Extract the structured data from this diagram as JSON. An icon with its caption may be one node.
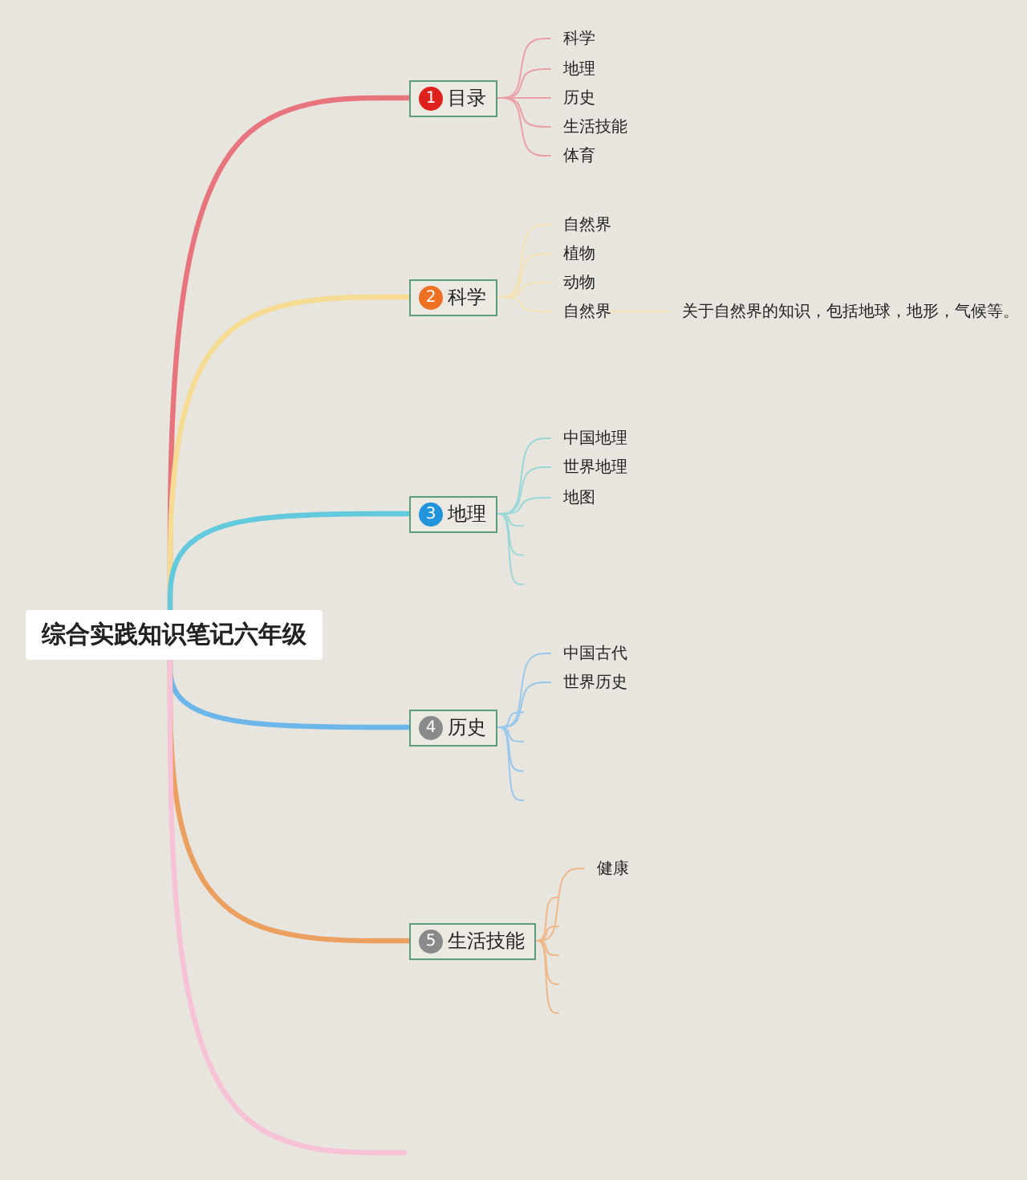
{
  "diagram": {
    "nodes": [
      {
        "text": [
          "综合实践知识笔记六年级"
        ]
      },
      {
        "text": [
          "1",
          "目录"
        ]
      },
      {
        "text": [
          "科学"
        ]
      },
      {
        "text": [
          "地理"
        ]
      },
      {
        "text": [
          "历史"
        ]
      },
      {
        "text": [
          "生活技能"
        ]
      },
      {
        "text": [
          "体育"
        ]
      },
      {
        "text": [
          "2",
          "科学"
        ]
      },
      {
        "text": [
          "自然界"
        ]
      },
      {
        "text": [
          "植物"
        ]
      },
      {
        "text": [
          "动物"
        ]
      },
      {
        "text": [
          "自然界"
        ]
      },
      {
        "text": [
          "关于自然界的知识，包括地球，地形，气候等。"
        ]
      },
      {
        "text": [
          "3",
          "地理"
        ]
      },
      {
        "text": [
          "中国地理"
        ]
      },
      {
        "text": [
          "世界地理"
        ]
      },
      {
        "text": [
          "地图"
        ]
      },
      {
        "text": [
          "4",
          "历史"
        ]
      },
      {
        "text": [
          "中国古代"
        ]
      },
      {
        "text": [
          "世界历史"
        ]
      },
      {
        "text": [
          "5",
          "生活技能"
        ]
      },
      {
        "text": [
          "健康"
        ]
      }
    ],
    "edges": [
      {
        "from": 0,
        "to": 1,
        "arrow": "none",
        "style": "thick",
        "color": "#e8747e"
      },
      {
        "from": 0,
        "to": 7,
        "arrow": "none",
        "style": "thick",
        "color": "#f6dc92"
      },
      {
        "from": 0,
        "to": 13,
        "arrow": "none",
        "style": "thick",
        "color": "#62cadc"
      },
      {
        "from": 0,
        "to": 17,
        "arrow": "none",
        "style": "thick",
        "color": "#6cb6ea"
      },
      {
        "from": 0,
        "to": 20,
        "arrow": "none",
        "style": "thick",
        "color": "#eca060"
      },
      {
        "from": 0,
        "to": null,
        "arrow": "none",
        "style": "thick",
        "color": "#f7c2d6"
      },
      {
        "from": 1,
        "to": 2,
        "arrow": "none",
        "color": "#eba0a8"
      },
      {
        "from": 1,
        "to": 3,
        "arrow": "none",
        "color": "#eba0a8"
      },
      {
        "from": 1,
        "to": 4,
        "arrow": "none",
        "color": "#eba0a8"
      },
      {
        "from": 1,
        "to": 5,
        "arrow": "none",
        "color": "#eba0a8"
      },
      {
        "from": 1,
        "to": 6,
        "arrow": "none",
        "color": "#eba0a8"
      },
      {
        "from": 7,
        "to": 8,
        "arrow": "none",
        "color": "#f5e2b0"
      },
      {
        "from": 7,
        "to": 9,
        "arrow": "none",
        "color": "#f5e2b0"
      },
      {
        "from": 7,
        "to": 10,
        "arrow": "none",
        "color": "#f5e2b0"
      },
      {
        "from": 7,
        "to": 11,
        "arrow": "none",
        "color": "#f5e2b0"
      },
      {
        "from": 11,
        "to": 12,
        "arrow": "none",
        "color": "#f5e2b0"
      },
      {
        "from": 13,
        "to": 14,
        "arrow": "none",
        "color": "#9ad8d8"
      },
      {
        "from": 13,
        "to": 15,
        "arrow": "none",
        "color": "#9ad8d8"
      },
      {
        "from": 13,
        "to": 16,
        "arrow": "none",
        "color": "#9ad8d8"
      },
      {
        "from": 13,
        "to": null,
        "arrow": "none",
        "color": "#9ad8d8"
      },
      {
        "from": 13,
        "to": null,
        "arrow": "none",
        "color": "#9ad8d8"
      },
      {
        "from": 13,
        "to": null,
        "arrow": "none",
        "color": "#9ad8d8"
      },
      {
        "from": 17,
        "to": 18,
        "arrow": "none",
        "color": "#98c8ec"
      },
      {
        "from": 17,
        "to": 19,
        "arrow": "none",
        "color": "#98c8ec"
      },
      {
        "from": 17,
        "to": null,
        "arrow": "none",
        "color": "#98c8ec"
      },
      {
        "from": 17,
        "to": null,
        "arrow": "none",
        "color": "#98c8ec"
      },
      {
        "from": 17,
        "to": null,
        "arrow": "none",
        "color": "#98c8ec"
      },
      {
        "from": 17,
        "to": null,
        "arrow": "none",
        "color": "#98c8ec"
      },
      {
        "from": 20,
        "to": 21,
        "arrow": "none",
        "color": "#f0b888"
      },
      {
        "from": 20,
        "to": null,
        "arrow": "none",
        "color": "#f0b888"
      },
      {
        "from": 20,
        "to": null,
        "arrow": "none",
        "color": "#f0b888"
      },
      {
        "from": 20,
        "to": null,
        "arrow": "none",
        "color": "#f0b888"
      },
      {
        "from": 20,
        "to": null,
        "arrow": "none",
        "color": "#f0b888"
      },
      {
        "from": 20,
        "to": null,
        "arrow": "none",
        "color": "#f0b888"
      }
    ]
  }
}
